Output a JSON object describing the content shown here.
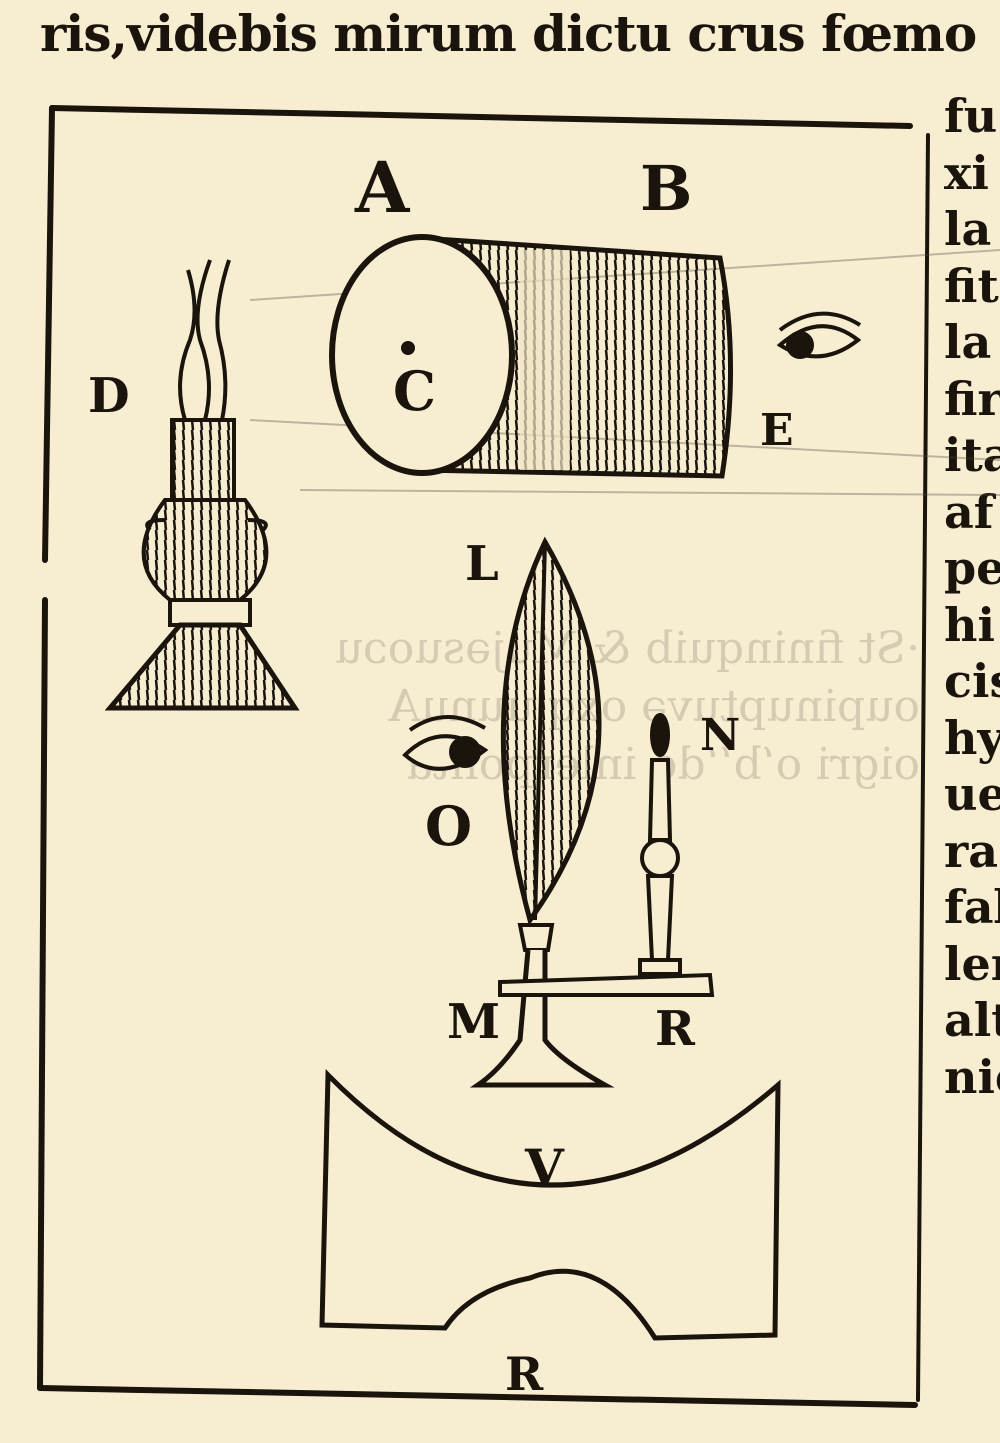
{
  "header_text": "ris,videbis mirum dictu crus fœmo",
  "right_column_fragments": [
    "fu",
    "xi",
    "la",
    "fit",
    "la",
    "fir",
    "ita",
    "af",
    "pe",
    "hi",
    "cis",
    "hy",
    "ue",
    "ra",
    "fab",
    "len",
    "alt",
    "nie"
  ],
  "figure": {
    "labels": {
      "A": "A",
      "B": "B",
      "C": "C",
      "D": "D",
      "E": "E",
      "L": "L",
      "N": "N",
      "O": "O",
      "M": "M",
      "R_stand": "R",
      "V": "V",
      "R_bottom": "R"
    },
    "elements": [
      "cylinder-lens-tube",
      "candle-lamp",
      "eye-right",
      "biconvex-lens-on-stand",
      "eye-left",
      "candle-stick",
      "concave-mirror-block"
    ]
  },
  "colors": {
    "paper": "#f7eed2",
    "ink": "#1a140c"
  }
}
